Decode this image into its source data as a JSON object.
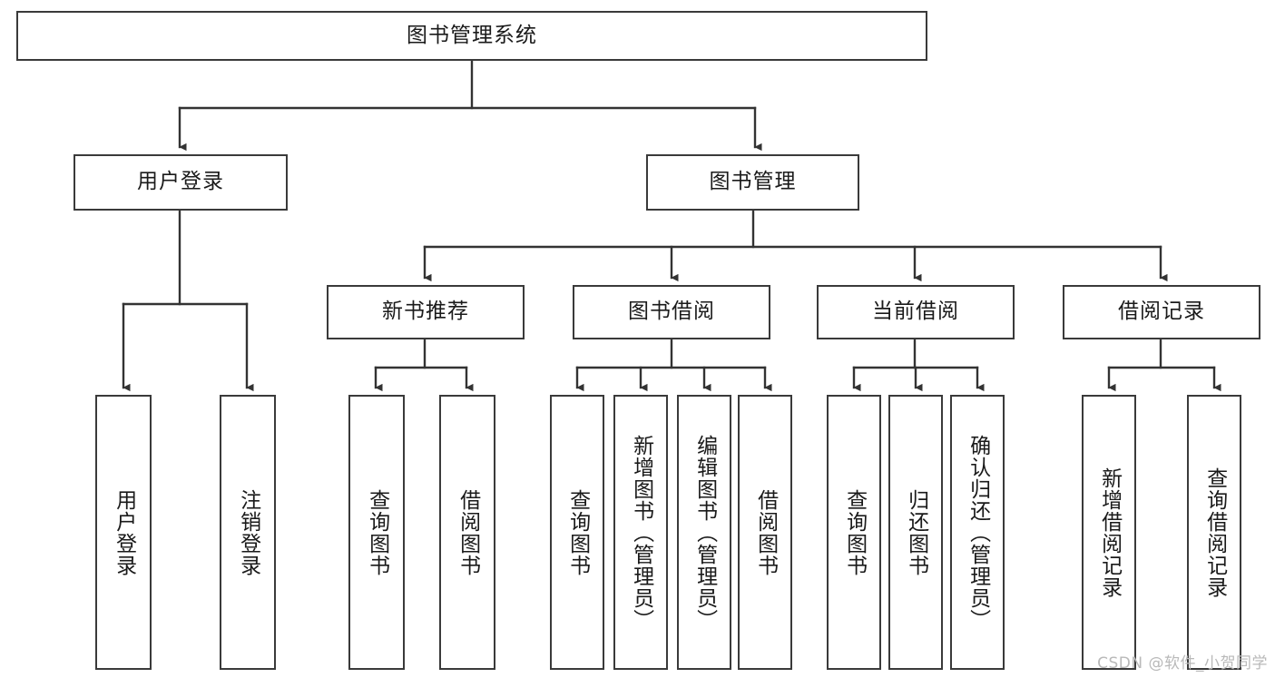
{
  "diagram": {
    "title": "图书管理系统",
    "type": "tree",
    "watermark": "CSDN @软件_小贺同学",
    "colors": {
      "node_border": "#3a3a3a",
      "node_fill": "#ffffff",
      "edge": "#333333",
      "text": "#1a1a1a",
      "watermark": "#b9b9b9"
    },
    "nodes": {
      "root": {
        "label": "图书管理系统",
        "orientation": "horizontal"
      },
      "user_login": {
        "label": "用户登录",
        "orientation": "horizontal"
      },
      "book_manage": {
        "label": "图书管理",
        "orientation": "horizontal"
      },
      "new_book_rec": {
        "label": "新书推荐",
        "orientation": "horizontal"
      },
      "book_borrow": {
        "label": "图书借阅",
        "orientation": "horizontal"
      },
      "current_borrow": {
        "label": "当前借阅",
        "orientation": "horizontal"
      },
      "borrow_record": {
        "label": "借阅记录",
        "orientation": "horizontal"
      },
      "leaf_user_login": {
        "label": "用户登录",
        "orientation": "vertical"
      },
      "leaf_logout": {
        "label": "注销登录",
        "orientation": "vertical"
      },
      "leaf_query_book_1": {
        "label": "查询图书",
        "orientation": "vertical"
      },
      "leaf_borrow_book_1": {
        "label": "借阅图书",
        "orientation": "vertical"
      },
      "leaf_query_book_2": {
        "label": "查询图书",
        "orientation": "vertical"
      },
      "leaf_add_book": {
        "label": "新增图书（管理员）",
        "orientation": "vertical"
      },
      "leaf_edit_book": {
        "label": "编辑图书（管理员）",
        "orientation": "vertical"
      },
      "leaf_borrow_book_2": {
        "label": "借阅图书",
        "orientation": "vertical"
      },
      "leaf_query_book_3": {
        "label": "查询图书",
        "orientation": "vertical"
      },
      "leaf_return_book": {
        "label": "归还图书",
        "orientation": "vertical"
      },
      "leaf_confirm_return": {
        "label": "确认归还（管理员）",
        "orientation": "vertical"
      },
      "leaf_add_record": {
        "label": "新增借阅记录",
        "orientation": "vertical"
      },
      "leaf_query_record": {
        "label": "查询借阅记录",
        "orientation": "vertical"
      }
    },
    "hierarchy": [
      {
        "parent": "root",
        "children": [
          "user_login",
          "book_manage"
        ]
      },
      {
        "parent": "user_login",
        "children": [
          "leaf_user_login",
          "leaf_logout"
        ]
      },
      {
        "parent": "book_manage",
        "children": [
          "new_book_rec",
          "book_borrow",
          "current_borrow",
          "borrow_record"
        ]
      },
      {
        "parent": "new_book_rec",
        "children": [
          "leaf_query_book_1",
          "leaf_borrow_book_1"
        ]
      },
      {
        "parent": "book_borrow",
        "children": [
          "leaf_query_book_2",
          "leaf_add_book",
          "leaf_edit_book",
          "leaf_borrow_book_2"
        ]
      },
      {
        "parent": "current_borrow",
        "children": [
          "leaf_query_book_3",
          "leaf_return_book",
          "leaf_confirm_return"
        ]
      },
      {
        "parent": "borrow_record",
        "children": [
          "leaf_add_record",
          "leaf_query_record"
        ]
      }
    ]
  }
}
